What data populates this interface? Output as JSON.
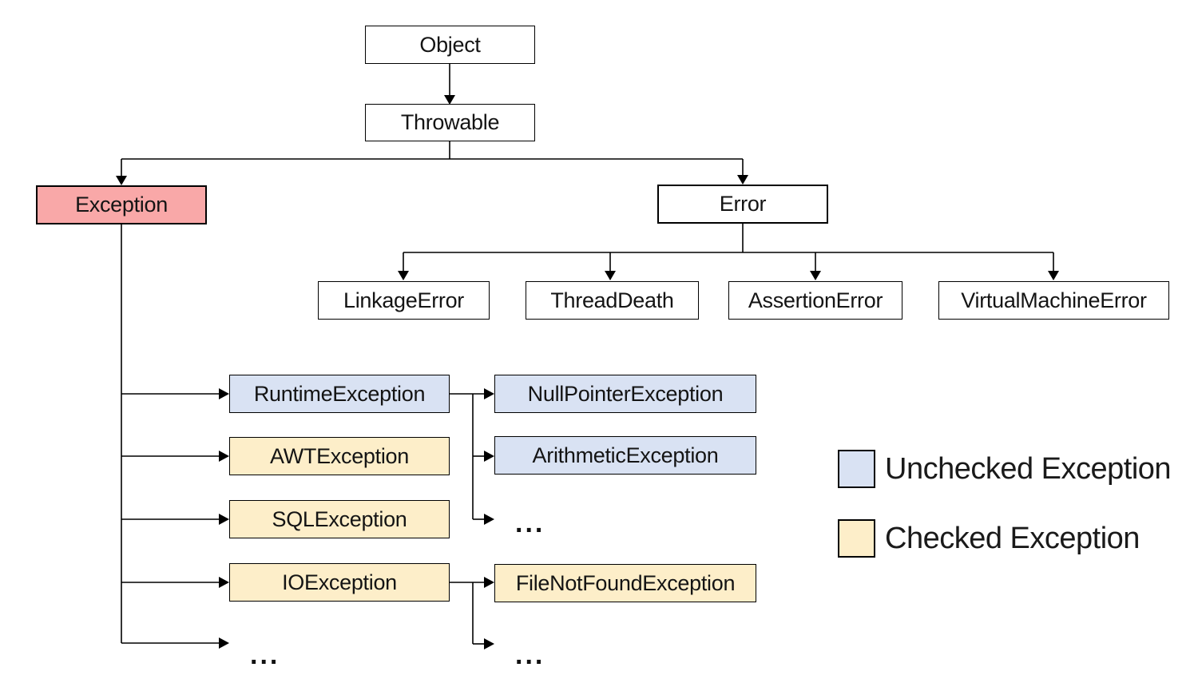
{
  "nodes": {
    "object": {
      "label": "Object"
    },
    "throwable": {
      "label": "Throwable"
    },
    "exception": {
      "label": "Exception",
      "category": "highlight"
    },
    "error": {
      "label": "Error"
    },
    "linkage_error": {
      "label": "LinkageError"
    },
    "thread_death": {
      "label": "ThreadDeath"
    },
    "assertion_error": {
      "label": "AssertionError"
    },
    "virtual_machine_error": {
      "label": "VirtualMachineError"
    },
    "runtime_exception": {
      "label": "RuntimeException",
      "category": "unchecked"
    },
    "awt_exception": {
      "label": "AWTException",
      "category": "checked"
    },
    "sql_exception": {
      "label": "SQLException",
      "category": "checked"
    },
    "io_exception": {
      "label": "IOException",
      "category": "checked"
    },
    "null_pointer_exception": {
      "label": "NullPointerException",
      "category": "unchecked"
    },
    "arithmetic_exception": {
      "label": "ArithmeticException",
      "category": "unchecked"
    },
    "file_not_found_exception": {
      "label": "FileNotFoundException",
      "category": "checked"
    },
    "runtime_more": {
      "label": "..."
    },
    "exception_more": {
      "label": "..."
    },
    "io_more": {
      "label": "..."
    }
  },
  "legend": {
    "unchecked": {
      "label": "Unchecked Exception",
      "color": "#D9E2F3"
    },
    "checked": {
      "label": "Checked Exception",
      "color": "#FDEEC9"
    }
  },
  "colors": {
    "exception_highlight_pink": "#F9A8A8",
    "unchecked_blue": "#D9E2F3",
    "checked_yellow": "#FDEEC9",
    "line_black": "#000000"
  }
}
